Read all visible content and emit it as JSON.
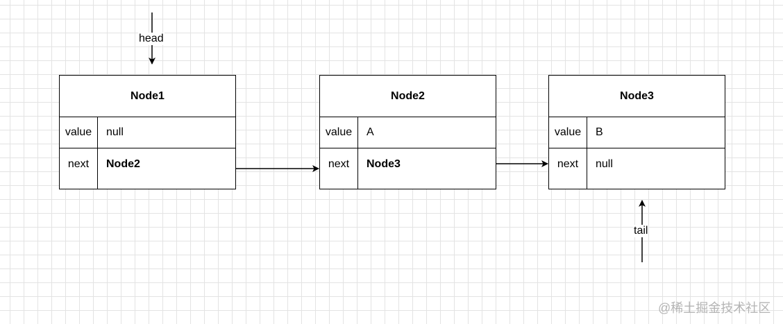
{
  "nodes": [
    {
      "title": "Node1",
      "value_key": "value",
      "value": "null",
      "next_key": "next",
      "next": "Node2"
    },
    {
      "title": "Node2",
      "value_key": "value",
      "value": "A",
      "next_key": "next",
      "next": "Node3"
    },
    {
      "title": "Node3",
      "value_key": "value",
      "value": "B",
      "next_key": "next",
      "next": "null"
    }
  ],
  "pointers": {
    "head": "head",
    "tail": "tail"
  },
  "watermark": "@稀土掘金技术社区",
  "colors": {
    "stroke": "#000000",
    "grid": "#e3e3e3",
    "watermark": "#b4b4b4"
  }
}
